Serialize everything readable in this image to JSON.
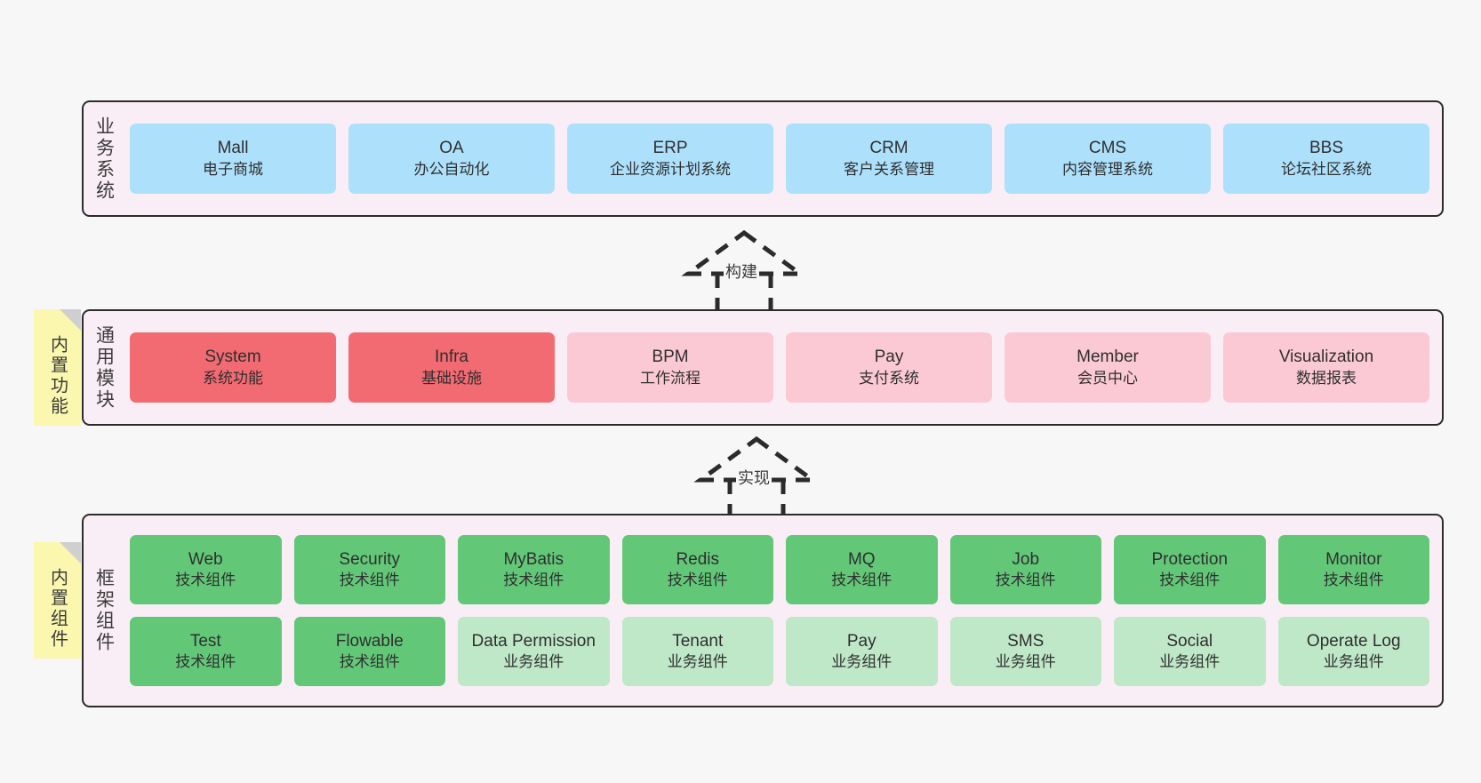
{
  "diagram": {
    "background_color": "#f7f7f7",
    "panel_background": "#faeef6",
    "panel_border": "#2b2b2b"
  },
  "business": {
    "title": "业务系统",
    "items": [
      {
        "name": "Mall",
        "desc": "电子商城",
        "color": "#ade0fb"
      },
      {
        "name": "OA",
        "desc": "办公自动化",
        "color": "#ade0fb"
      },
      {
        "name": "ERP",
        "desc": "企业资源计划系统",
        "color": "#ade0fb"
      },
      {
        "name": "CRM",
        "desc": "客户关系管理",
        "color": "#ade0fb"
      },
      {
        "name": "CMS",
        "desc": "内容管理系统",
        "color": "#ade0fb"
      },
      {
        "name": "BBS",
        "desc": "论坛社区系统",
        "color": "#ade0fb"
      }
    ]
  },
  "arrow_build": {
    "label": "构建",
    "style": "dashed-generalization-up"
  },
  "arrow_impl": {
    "label": "实现",
    "style": "dashed-generalization-up"
  },
  "modules": {
    "title": "通用模块",
    "sticky_note": "内置功能",
    "items": [
      {
        "name": "System",
        "desc": "系统功能",
        "color": "#f26a72"
      },
      {
        "name": "Infra",
        "desc": "基础设施",
        "color": "#f26a72"
      },
      {
        "name": "BPM",
        "desc": "工作流程",
        "color": "#fbc9d4"
      },
      {
        "name": "Pay",
        "desc": "支付系统",
        "color": "#fbc9d4"
      },
      {
        "name": "Member",
        "desc": "会员中心",
        "color": "#fbc9d4"
      },
      {
        "name": "Visualization",
        "desc": "数据报表",
        "color": "#fbc9d4"
      }
    ]
  },
  "framework": {
    "title": "框架组件",
    "sticky_note": "内置组件",
    "row1": [
      {
        "name": "Web",
        "desc": "技术组件",
        "color": "#62c878"
      },
      {
        "name": "Security",
        "desc": "技术组件",
        "color": "#62c878"
      },
      {
        "name": "MyBatis",
        "desc": "技术组件",
        "color": "#62c878"
      },
      {
        "name": "Redis",
        "desc": "技术组件",
        "color": "#62c878"
      },
      {
        "name": "MQ",
        "desc": "技术组件",
        "color": "#62c878"
      },
      {
        "name": "Job",
        "desc": "技术组件",
        "color": "#62c878"
      },
      {
        "name": "Protection",
        "desc": "技术组件",
        "color": "#62c878"
      },
      {
        "name": "Monitor",
        "desc": "技术组件",
        "color": "#62c878"
      }
    ],
    "row2": [
      {
        "name": "Test",
        "desc": "技术组件",
        "color": "#62c878"
      },
      {
        "name": "Flowable",
        "desc": "技术组件",
        "color": "#62c878"
      },
      {
        "name": "Data Permission",
        "desc": "业务组件",
        "color": "#bfe8c8"
      },
      {
        "name": "Tenant",
        "desc": "业务组件",
        "color": "#bfe8c8"
      },
      {
        "name": "Pay",
        "desc": "业务组件",
        "color": "#bfe8c8"
      },
      {
        "name": "SMS",
        "desc": "业务组件",
        "color": "#bfe8c8"
      },
      {
        "name": "Social",
        "desc": "业务组件",
        "color": "#bfe8c8"
      },
      {
        "name": "Operate Log",
        "desc": "业务组件",
        "color": "#bfe8c8"
      }
    ]
  }
}
